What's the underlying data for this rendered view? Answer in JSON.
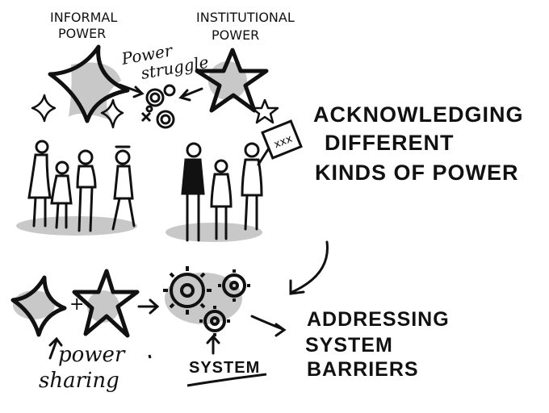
{
  "labels": {
    "informal_line1": "INFORMAL",
    "informal_line2": "POWER",
    "institutional_line1": "INSTITUTIONAL",
    "institutional_line2": "POWER",
    "struggle_line1": "Power",
    "struggle_line2": "struggle",
    "heading_line1": "ACKNOWLEDGING",
    "heading_line2": "DIFFERENT",
    "heading_line3": "KINDS OF POWER",
    "sharing_line1": "power",
    "sharing_line2": "sharing",
    "system_label": "SYSTEM",
    "barriers_line1": "ADDRESSING",
    "barriers_line2": "SYSTEM",
    "barriers_line3": "BARRIERS",
    "sign_text": "xxx",
    "plus": "+"
  },
  "icons": {
    "informal_power": "four-point-star-icon",
    "institutional_power": "five-point-star-icon",
    "system": "gears-icon",
    "struggle": "scribble-icon"
  },
  "colors": {
    "ink": "#111111",
    "shadow": "#c8c8c8",
    "paper": "#ffffff"
  }
}
